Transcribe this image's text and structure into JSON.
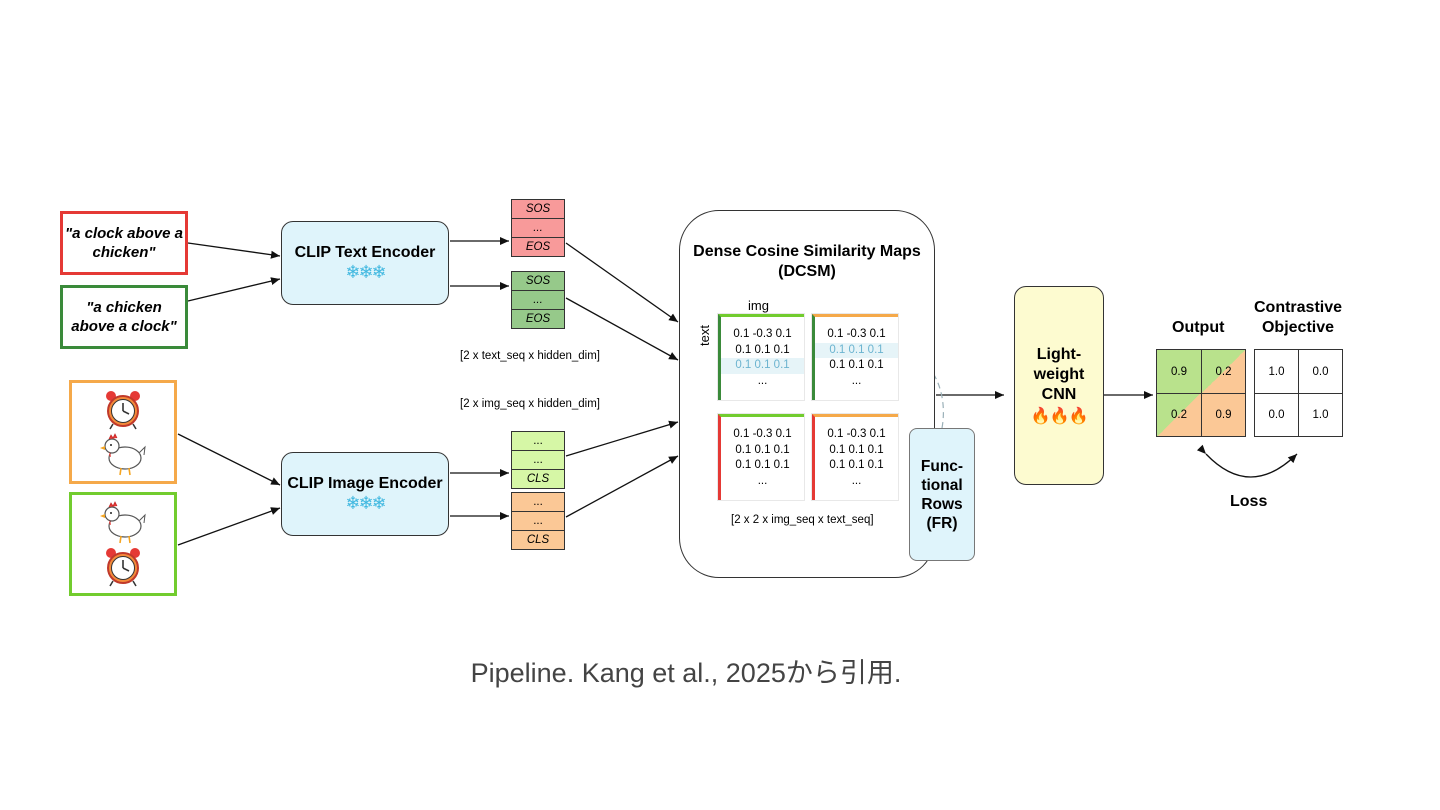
{
  "captions": {
    "caption_red": "\"a clock above a chicken\"",
    "caption_green": "\"a chicken above a clock\""
  },
  "encoders": {
    "text": "CLIP Text Encoder",
    "image": "CLIP Image Encoder",
    "frozen_glyphs": "❄❄❄"
  },
  "text_tokens": {
    "red": [
      "SOS",
      "...",
      "EOS"
    ],
    "green": [
      "SOS",
      "...",
      "EOS"
    ]
  },
  "image_tokens": {
    "lightgreen": [
      "...",
      "...",
      "CLS"
    ],
    "orange": [
      "...",
      "...",
      "CLS"
    ]
  },
  "dims": {
    "text": "[2 x text_seq x hidden_dim]",
    "image": "[2 x img_seq x hidden_dim]",
    "dcsm": "[2 x 2 x img_seq x text_seq]"
  },
  "dcsm": {
    "title": "Dense Cosine Similarity Maps (DCSM)",
    "img_label": "img",
    "text_label": "text",
    "matrices": [
      [
        "0.1 -0.3 0.1",
        "0.1 0.1 0.1",
        "0.1 0.1 0.1",
        "..."
      ],
      [
        "0.1 -0.3 0.1",
        "0.1 0.1 0.1",
        "0.1 0.1 0.1",
        "..."
      ],
      [
        "0.1 -0.3 0.1",
        "0.1 0.1 0.1",
        "0.1 0.1 0.1",
        "..."
      ],
      [
        "0.1 -0.3 0.1",
        "0.1 0.1 0.1",
        "0.1 0.1 0.1",
        "..."
      ]
    ]
  },
  "functional_rows": "Func-tional Rows (FR)",
  "cnn": {
    "label": "Light-weight CNN",
    "glyphs": "🔥🔥🔥"
  },
  "output": {
    "title": "Output",
    "values": [
      "0.9",
      "0.2",
      "0.2",
      "0.9"
    ]
  },
  "objective": {
    "title": "Contrastive Objective",
    "values": [
      "1.0",
      "0.0",
      "0.0",
      "1.0"
    ]
  },
  "loss": "Loss",
  "caption": "Pipeline. Kang et al., 2025から引用.",
  "colors": {
    "red": "#e53935",
    "green": "#3a8a3a",
    "orange": "#f5a94a",
    "lightgreen": "#72cc2e",
    "encoder_fill": "#dff4fb",
    "cnn_fill": "#fdfbd0",
    "token_red": "#f89a9a",
    "token_green": "#96c98a",
    "token_lightgreen": "#d6f7a6",
    "token_orange": "#fbc896",
    "highlight": "#6cb4d0"
  }
}
